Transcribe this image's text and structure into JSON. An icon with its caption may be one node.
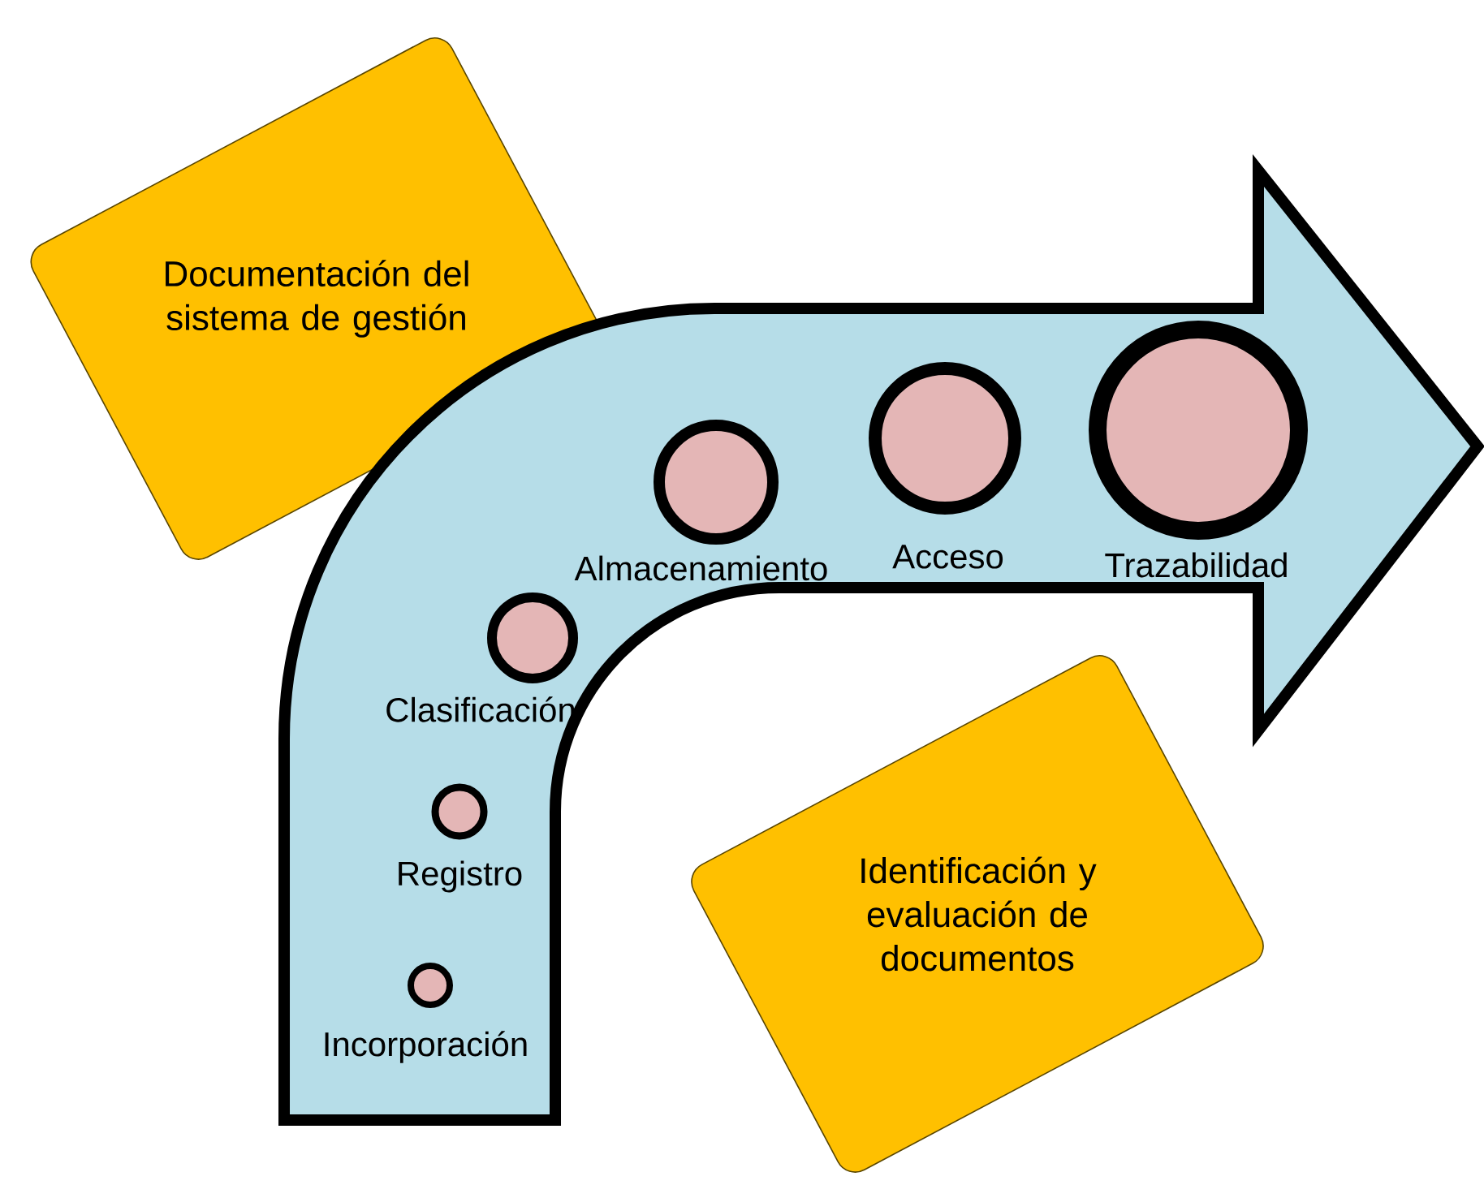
{
  "diagram": {
    "nodes": [
      {
        "text": [
          "Documentación del sistema de gestión"
        ]
      },
      {
        "text": [],
        "shape": "arrow"
      },
      {
        "text": [],
        "shape": "circle",
        "in": 1,
        "beside": [
          "Incorporación"
        ]
      },
      {
        "text": [],
        "shape": "circle",
        "in": 1,
        "beside": [
          "Registro"
        ]
      },
      {
        "text": [],
        "shape": "circle",
        "in": 1,
        "beside": [
          "Clasificación"
        ]
      },
      {
        "text": [],
        "shape": "circle",
        "in": 1,
        "beside": [
          "Almacenamiento"
        ]
      },
      {
        "text": [],
        "shape": "circle",
        "in": 1,
        "beside": [
          "Acceso"
        ]
      },
      {
        "text": [],
        "shape": "circle",
        "in": 1,
        "beside": [
          "Trazabilidad"
        ]
      },
      {
        "text": [
          "Identificación y evaluación de documentos"
        ]
      }
    ]
  }
}
